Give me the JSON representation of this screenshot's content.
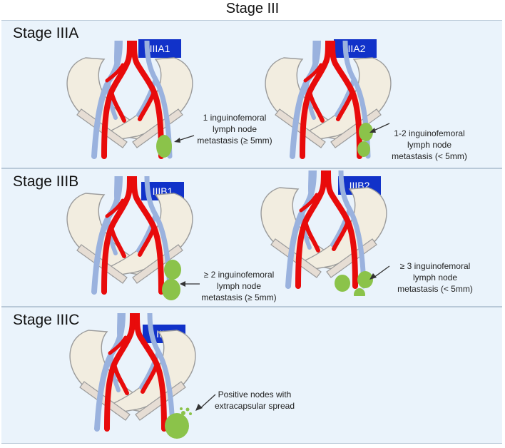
{
  "title": "Stage III",
  "colors": {
    "panel_background": "#eaf3fb",
    "badge": "#1132c9",
    "artery": "#e80b0b",
    "vein": "#9ab2de",
    "bone": "#f2ede0",
    "lymph_node": "#8bc34a"
  },
  "sections": {
    "iiia": {
      "title": "Stage IIIA",
      "panels": [
        {
          "label": "IIIA1",
          "note": [
            "1 inguinofemoral",
            "lymph node",
            "metastasis (≥ 5mm)"
          ]
        },
        {
          "label": "IIIA2",
          "note": [
            "1-2 inguinofemoral",
            "lymph node",
            "metastasis (< 5mm)"
          ]
        }
      ]
    },
    "iiib": {
      "title": "Stage IIIB",
      "panels": [
        {
          "label": "IIIB1",
          "note": [
            "≥ 2 inguinofemoral",
            "lymph node",
            "metastasis (≥ 5mm)"
          ]
        },
        {
          "label": "IIIB2",
          "note": [
            "≥ 3 inguinofemoral",
            "lymph node",
            "metastasis (< 5mm)"
          ]
        }
      ]
    },
    "iiic": {
      "title": "Stage IIIC",
      "panels": [
        {
          "label": "IIIC",
          "note": [
            "Positive nodes with",
            "extracapsular spread"
          ]
        }
      ]
    }
  }
}
